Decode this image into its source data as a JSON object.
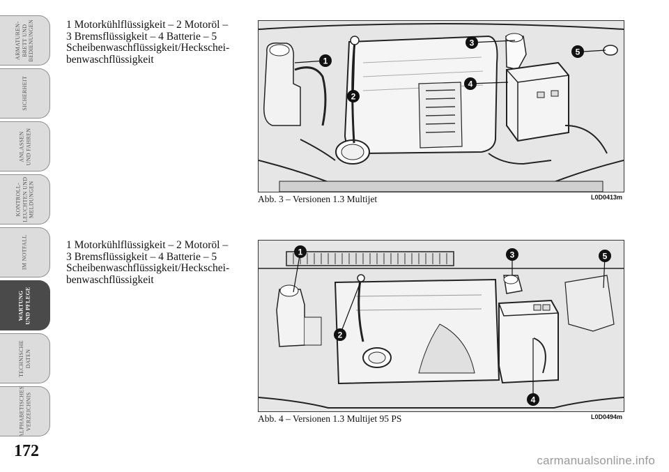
{
  "sidebar": {
    "tabs": [
      {
        "label": "ARMATUREN-\nBRETT UND\nBEDIENUNGEN",
        "active": false
      },
      {
        "label": "SICHERHEIT",
        "active": false
      },
      {
        "label": "ANLASSEN\nUND FAHREN",
        "active": false
      },
      {
        "label": "KONTROLL-\nLEUCHTEN UND\nMELDUNGEN",
        "active": false
      },
      {
        "label": "IM NOTFALL",
        "active": false
      },
      {
        "label": "WARTUNG\nUND PFLEGE",
        "active": true
      },
      {
        "label": "TECHNISCHE\nDATEN",
        "active": false
      },
      {
        "label": "ALPHABETISCHES\nVERZEICHNIS",
        "active": false
      }
    ]
  },
  "page_number": "172",
  "sections": [
    {
      "legend": "1 Motorkühlflüssigkeit – 2 Motoröl –\n3 Bremsflüssigkeit – 4 Batterie – 5\nScheibenwaschflüssigkeit/Heckschei-\nbenwaschflüssigkeit",
      "caption": "Abb. 3 – Versionen 1.3 Multijet",
      "figure_code": "L0D0413m",
      "markers": [
        "1",
        "2",
        "3",
        "4",
        "5"
      ]
    },
    {
      "legend": "1 Motorkühlflüssigkeit – 2 Motoröl –\n3 Bremsflüssigkeit – 4 Batterie – 5\nScheibenwaschflüssigkeit/Heckschei-\nbenwaschflüssigkeit",
      "caption": "Abb. 4 – Versionen 1.3 Multijet 95 PS",
      "figure_code": "L0D0494m",
      "markers": [
        "1",
        "2",
        "3",
        "4",
        "5"
      ]
    }
  ],
  "watermark": "carmanualsonline.info"
}
